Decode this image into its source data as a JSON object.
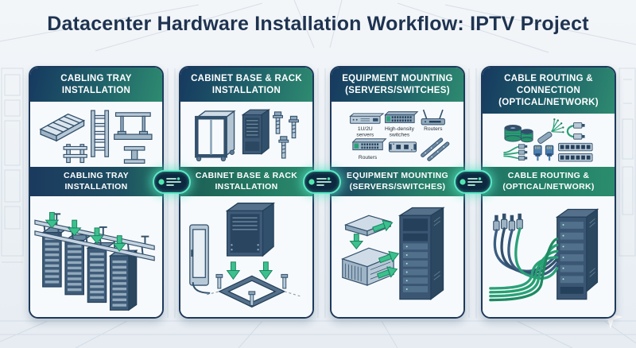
{
  "page": {
    "title": "Datacenter Hardware Installation Workflow: IPTV Project"
  },
  "colors": {
    "title_text": "#1e3350",
    "card_border": "#1d3a5c",
    "header_gradient_start": "#16395f",
    "header_gradient_end": "#2e8b70",
    "banner_navy": "#1b3a5e",
    "banner_teal": "#2a8c6d",
    "arrow_green": "#3cc08e",
    "connector_glow": "#5ce8c5",
    "cable_green": "#2aa178",
    "cable_blue": "#3a5d81",
    "background": "#ecf1f5"
  },
  "stages": [
    {
      "header": "CABLING TRAY\nINSTALLATION",
      "banner": "CABLING TRAY\nINSTALLATION",
      "top_icons": [
        "cable-tray-icon",
        "ladder-rack-icon",
        "trapeze-hanger-icon",
        "floor-stand-icon",
        "ibeam-support-icon"
      ],
      "bottom_scene": "overhead cable tray above four server racks with green install arrows"
    },
    {
      "header": "CABINET BASE & RACK\nINSTALLATION",
      "banner": "CABINET BASE & RACK\nINSTALLATION",
      "top_icons": [
        "open-frame-base-icon",
        "rack-cabinet-icon",
        "anchor-bolts-icon"
      ],
      "bottom_scene": "exploded cabinet lowered onto bolted base frame with door panel"
    },
    {
      "header": "EQUIPMENT MOUNTING\n(SERVERS/SWITCHES)",
      "banner": "EQUIPMENT MOUNTING\n(SERVERS/SWITCHES)",
      "equipment": [
        {
          "icon": "1u-2u-server-icon",
          "label_lines": [
            "1U/2U",
            "servers"
          ]
        },
        {
          "icon": "high-density-switch-icon",
          "label_lines": [
            "High-density",
            "switches"
          ]
        },
        {
          "icon": "wireless-router-icon",
          "label_lines": [
            "Routers"
          ]
        },
        {
          "icon": "rack-router-icon",
          "label_lines": [
            "Routers"
          ]
        },
        {
          "icon": "rack-device-icon",
          "label_lines": []
        },
        {
          "icon": "mounting-rails-icon",
          "label_lines": []
        }
      ],
      "bottom_scene": "1U and 4U servers sliding into equipment rack with green arrows"
    },
    {
      "header": "CABLE ROUTING &\nCONNECTION\n(OPTICAL/NETWORK)",
      "banner": "CABLE ROUTING &\n(OPTICAL/NETWORK)",
      "top_icons": [
        "cable-spool-icon",
        "fiber-splay-icon",
        "patch-cord-icon",
        "splitter-cable-icon",
        "rj45-plug-icon",
        "patch-panel-icon"
      ],
      "bottom_scene": "green and blue cable bundles routed into rack with connectors"
    }
  ],
  "connectors": {
    "count": 3,
    "icon": "data-flow-icon"
  },
  "decor": [
    "background-lineart",
    "sparkle-icon"
  ]
}
